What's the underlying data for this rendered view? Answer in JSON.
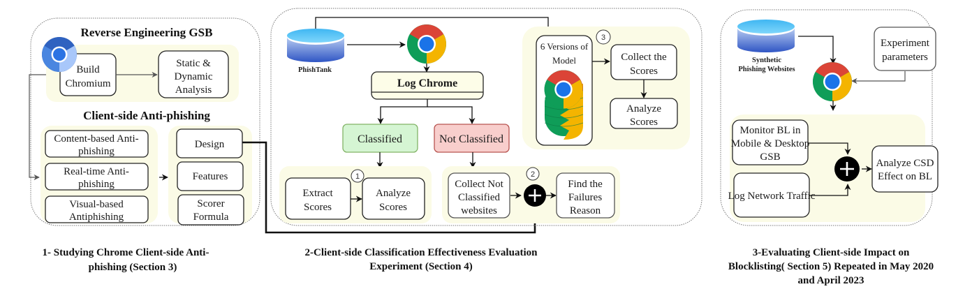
{
  "panels": {
    "panel1": {
      "heading_top": "Reverse Engineering GSB",
      "heading_mid": "Client-side Anti-phishing",
      "build_chromium": [
        "Build",
        "Chromium"
      ],
      "static_dynamic": [
        "Static &",
        "Dynamic",
        "Analysis"
      ],
      "techniques": [
        [
          "Content-based Anti-",
          "phishing"
        ],
        [
          "Real-time Anti-",
          "phishing"
        ],
        [
          "Visual-based",
          "Antiphishing"
        ]
      ],
      "aspects": [
        [
          "Design"
        ],
        [
          "Features"
        ],
        [
          "Scorer",
          "Formula"
        ]
      ],
      "caption": [
        "1- Studying Chrome Client-side Anti-",
        "phishing (Section 3)"
      ],
      "icon": "chromium-icon"
    },
    "panel2": {
      "source_label": "PhishTank",
      "log_chrome": "Log Chrome",
      "classified": "Classified",
      "not_classified": "Not Classified",
      "extract_scores": [
        "Extract",
        "Scores"
      ],
      "analyze_scores_1": [
        "Analyze",
        "Scores"
      ],
      "collect_not_classified": [
        "Collect Not",
        "Classified",
        "websites"
      ],
      "find_failures": [
        "Find the",
        "Failures",
        "Reason"
      ],
      "versions_model": [
        "6 Versions of",
        "Model"
      ],
      "collect_scores": [
        "Collect the",
        "Scores"
      ],
      "analyze_scores_3": [
        "Analyze",
        "Scores"
      ],
      "step_markers": [
        "1",
        "2",
        "3"
      ],
      "caption": [
        "2-Client-side Classification Effectiveness Evaluation",
        "Experiment (Section 4)"
      ],
      "icons": [
        "database-icon",
        "chrome-icon",
        "chrome-stack-icon",
        "plus-merge-icon"
      ]
    },
    "panel3": {
      "source_label": [
        "Synthetic",
        "Phishing Websites"
      ],
      "experiment_params": [
        "Experiment",
        "parameters"
      ],
      "monitor_bl": [
        "Monitor BL in",
        "Mobile & Desktop",
        "GSB"
      ],
      "log_network": [
        "Log Network Traffic"
      ],
      "analyze_csd": [
        "Analyze CSD",
        "Effect on BL"
      ],
      "caption": [
        "3-Evaluating Client-side Impact on",
        "Blocklisting( Section 5) Repeated in May 2020",
        "and April 2023"
      ],
      "icons": [
        "database-icon",
        "chrome-icon",
        "plus-merge-icon"
      ]
    }
  },
  "colors": {
    "zone_fill": "#fbfbe6",
    "classified_fill": "#d5f5d3",
    "classified_stroke": "#82b366",
    "not_classified_fill": "#f8cecc",
    "not_classified_stroke": "#b85450",
    "chrome_red": "#db4437",
    "chrome_green": "#0f9d58",
    "chrome_yellow": "#f4b400",
    "chrome_blue": "#4285f4",
    "chromium_dark": "#2a5caa",
    "chromium_light": "#a8c7fa",
    "db_top": "#5fc6f5",
    "db_body": "#3c6fd1"
  }
}
